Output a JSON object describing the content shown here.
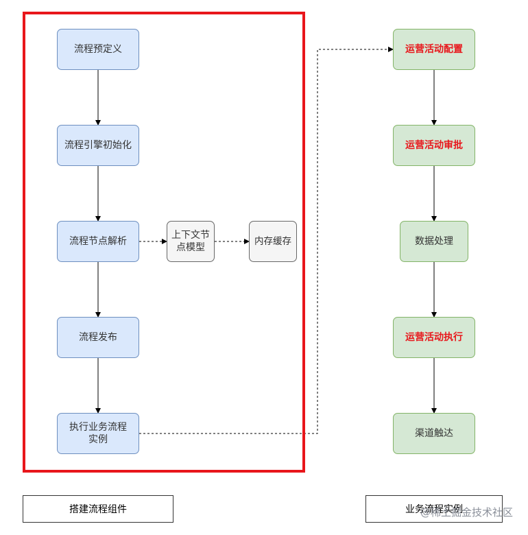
{
  "left_flow": {
    "steps": [
      "流程预定义",
      "流程引擎初始化",
      "流程节点解析",
      "流程发布",
      "执行业务流程实例"
    ],
    "side_nodes": [
      "上下文节点模型",
      "内存缓存"
    ],
    "caption": "搭建流程组件"
  },
  "right_flow": {
    "steps": [
      "运营活动配置",
      "运营活动审批",
      "数据处理",
      "运营活动执行",
      "渠道触达"
    ],
    "caption": "业务流程实例"
  },
  "watermark": "@稀土掘金技术社区",
  "colors": {
    "frame": "#e8161b",
    "left_fill": "#dae8fc",
    "left_border": "#6c8ebf",
    "side_fill": "#f5f5f5",
    "right_fill": "#d5e8d4",
    "right_border": "#82b366",
    "highlight_text": "#e8161b"
  }
}
